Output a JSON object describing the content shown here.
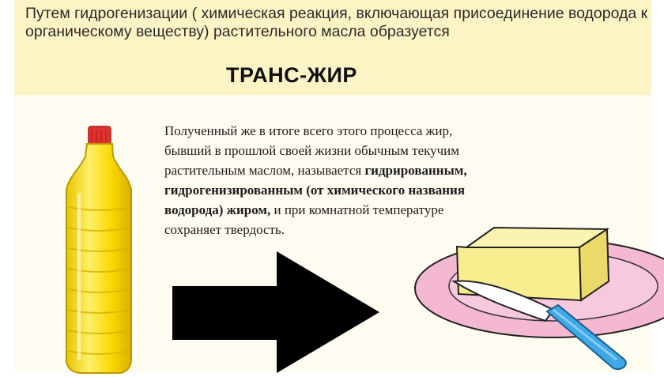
{
  "intro": "Путем гидрогенизации ( химическая реакция, включающая присоединение водорода к органическому веществу) растительного масла образуется",
  "title": "ТРАНС-ЖИР",
  "desc": {
    "part1": "Полученный же в итоге всего этого процесса жир, бывший в прошлой своей жизни обычным текучим растительным маслом, называется ",
    "bold": "гидрированным, гидрогенизированным (от химического названия водорода) жиром,",
    "part2": " и при комнатной температуре сохраняет твердость."
  },
  "icons": [
    "oil-bottle-icon",
    "arrow-right-icon",
    "butter-on-plate-icon",
    "knife-icon"
  ],
  "colors": {
    "header_bg": "#fdf4c6",
    "content_bg": "#fefbf1",
    "oil": "#f7d800",
    "cap": "#e2312f",
    "plate": "#f4b8d0",
    "butter": "#f8ee90",
    "knife": "#3fa8e8"
  }
}
